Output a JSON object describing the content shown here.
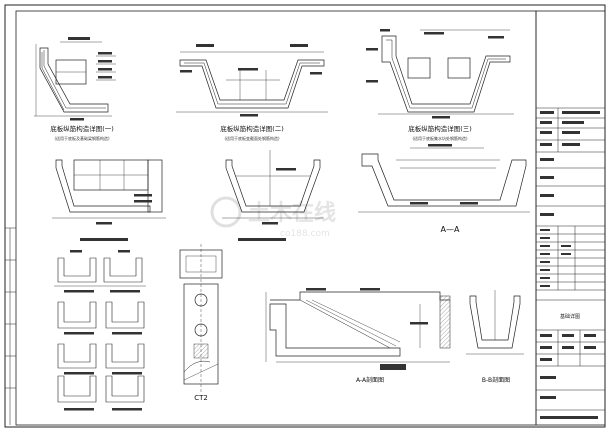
{
  "titles": {
    "detail1": "底板纵筋构造详图(一)",
    "detail1_note": "(适用于底板及基础梁钢筋构造)",
    "detail2": "底板纵筋构造详图(二)",
    "detail2_note": "(适用于底板变截面处钢筋构造)",
    "detail3": "底板纵筋构造详图(三)",
    "detail3_note": "(适用于底板集水坑处钢筋构造)"
  },
  "section_labels": {
    "sec_aa_center": "A—A",
    "sec_aa_bottom": "A-A剖面图",
    "sec_bb_bottom": "B-B剖面图",
    "ct2": "CT2"
  },
  "title_block": {
    "drawing_name": "基础详图"
  },
  "watermark": {
    "main": "土木在线",
    "url": "co188.com"
  },
  "colors": {
    "line": "#222222",
    "accent": "#cc0000"
  }
}
